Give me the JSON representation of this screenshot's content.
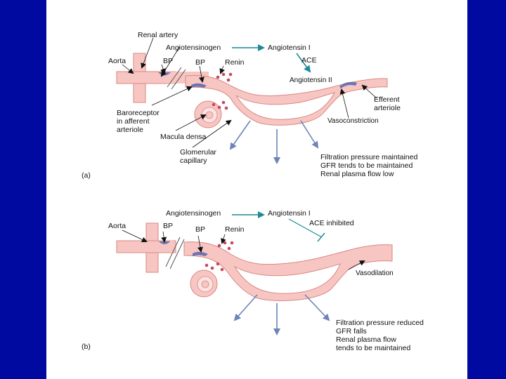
{
  "panel_a": {
    "tag": "(a)",
    "labels": {
      "renal_artery": "Renal artery",
      "angiotensinogen": "Angiotensinogen",
      "angiotensin_i": "Angiotensin I",
      "aorta": "Aorta",
      "bp_left": "BP",
      "bp_right": "BP",
      "renin": "Renin",
      "ace": "ACE",
      "angiotensin_ii": "Angiotensin II",
      "efferent_1": "Efferent",
      "efferent_2": "arteriole",
      "baroreceptor_1": "Baroreceptor",
      "baroreceptor_2": "in afferent",
      "baroreceptor_3": "arteriole",
      "vasoconstriction": "Vasoconstriction",
      "macula_densa": "Macula densa",
      "glomerular_1": "Glomerular",
      "glomerular_2": "capillary",
      "outcome_1": "Filtration pressure maintained",
      "outcome_2": "GFR tends to be maintained",
      "outcome_3": "Renal plasma flow low"
    }
  },
  "panel_b": {
    "tag": "(b)",
    "labels": {
      "angiotensinogen": "Angiotensinogen",
      "angiotensin_i": "Angiotensin I",
      "aorta": "Aorta",
      "bp_left": "BP",
      "bp_right": "BP",
      "renin": "Renin",
      "ace_inhibited": "ACE inhibited",
      "vasodilation": "Vasodilation",
      "outcome_1": "Filtration pressure reduced",
      "outcome_2": "GFR falls",
      "outcome_3": "Renal plasma flow",
      "outcome_4": "tends to be maintained"
    }
  },
  "colors": {
    "background": "#000aa0",
    "vessel_fill": "#f7c6c3",
    "vessel_stroke": "#d98882",
    "baroreceptor": "#6f74b0",
    "renin_dots": "#c8485c",
    "teal_arrow": "#1d8a96",
    "outflow_arrow": "#6d84b8"
  }
}
